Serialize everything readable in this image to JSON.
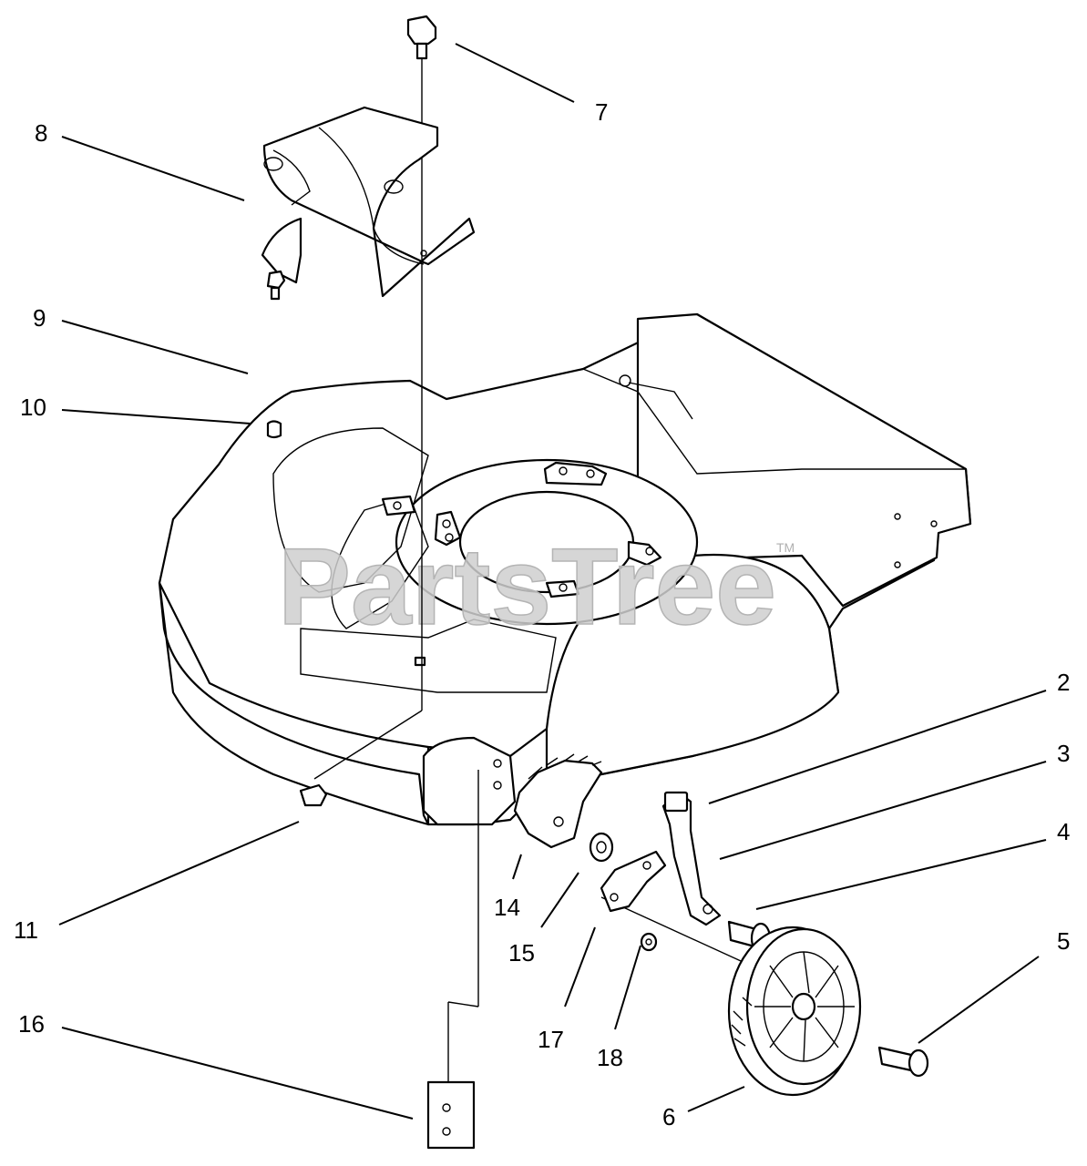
{
  "watermark": {
    "text": "PartsTree",
    "trademark": "TM"
  },
  "callouts": [
    {
      "id": "2",
      "label": "2"
    },
    {
      "id": "3",
      "label": "3"
    },
    {
      "id": "4",
      "label": "4"
    },
    {
      "id": "5",
      "label": "5"
    },
    {
      "id": "6",
      "label": "6"
    },
    {
      "id": "7",
      "label": "7"
    },
    {
      "id": "8",
      "label": "8"
    },
    {
      "id": "9",
      "label": "9"
    },
    {
      "id": "10",
      "label": "10"
    },
    {
      "id": "11",
      "label": "11"
    },
    {
      "id": "14",
      "label": "14"
    },
    {
      "id": "15",
      "label": "15"
    },
    {
      "id": "16",
      "label": "16"
    },
    {
      "id": "17",
      "label": "17"
    },
    {
      "id": "18",
      "label": "18"
    }
  ]
}
